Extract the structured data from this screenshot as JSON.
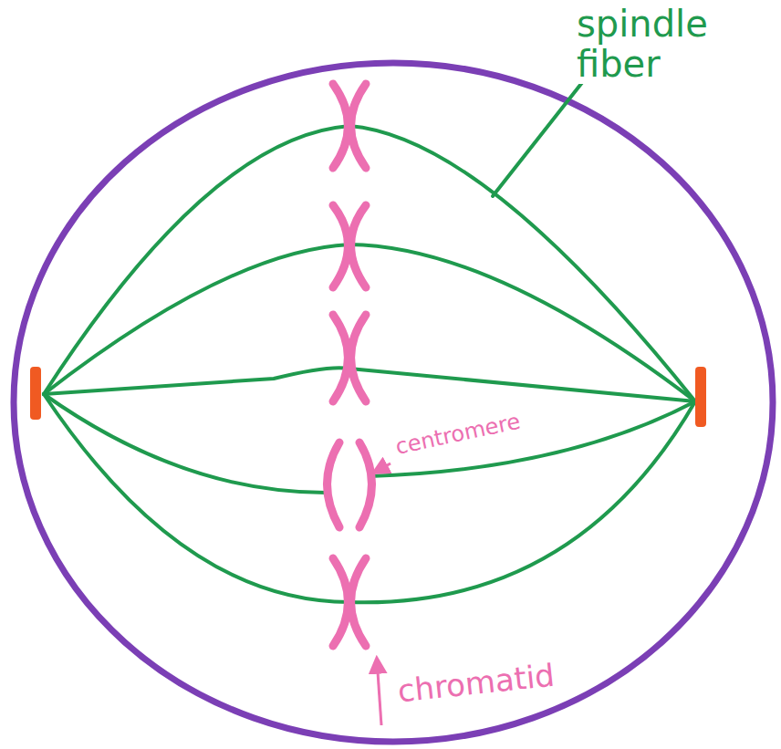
{
  "diagram": {
    "labels": [
      "spindle fiber",
      "centromere",
      "chromatid"
    ]
  }
}
